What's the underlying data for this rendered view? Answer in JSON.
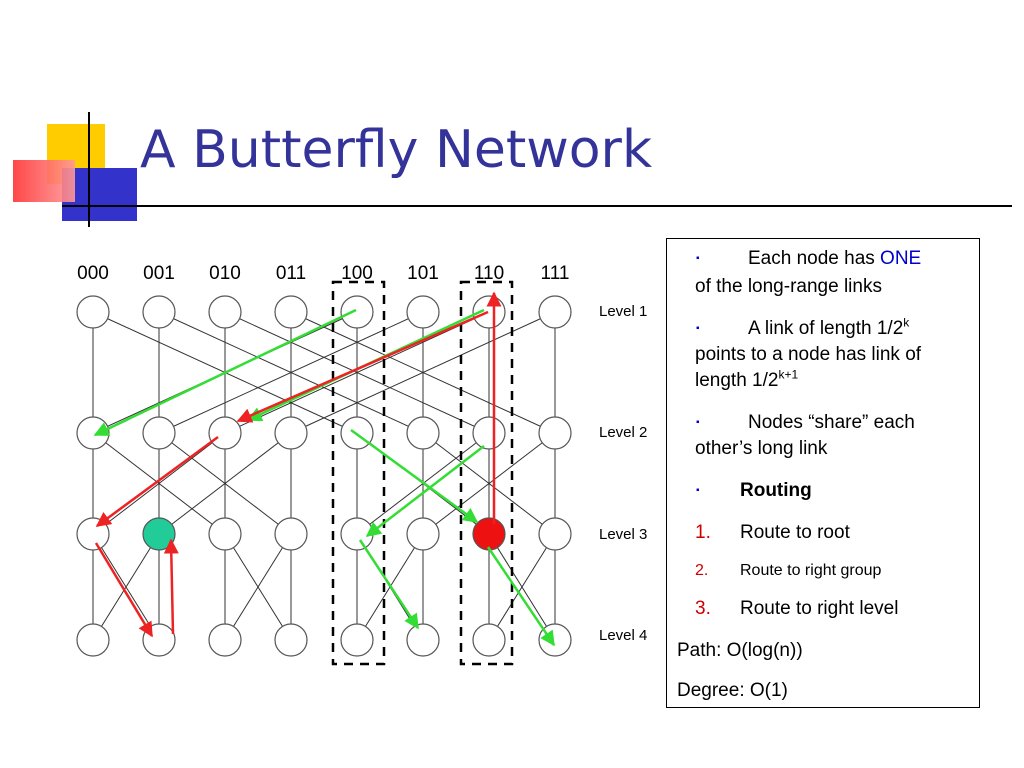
{
  "slide": {
    "title": "A Butterfly Network"
  },
  "diagram": {
    "columns": [
      "000",
      "001",
      "010",
      "011",
      "100",
      "101",
      "110",
      "111"
    ],
    "levels": [
      "Level 1",
      "Level 2",
      "Level 3",
      "Level 4"
    ],
    "highlighted_nodes": [
      {
        "column": "001",
        "level": "Level 3",
        "color": "#22cc99"
      },
      {
        "column": "110",
        "level": "Level 3",
        "color": "#ee1111"
      }
    ],
    "colors": {
      "green_arrows": "#33dd33",
      "red_arrows": "#ee2222"
    }
  },
  "info": {
    "bullet_symbol": "▪",
    "b1_text": "Each node has ",
    "b1_accent": "ONE",
    "b1_line2": "of the long-range links",
    "b2_text": "A link of length 1/2",
    "b2_sup": "k",
    "b2_line2": "points to a node has link of",
    "b2_line3": "length 1/2",
    "b2_sup2": "k+1",
    "b3_text": "Nodes “share” each",
    "b3_line2": "other’s long link",
    "b4_text": "Routing",
    "n1_num": "1.",
    "n1_text": "Route to root",
    "n2_num": "2.",
    "n2_text": "Route to right group",
    "n3_num": "3.",
    "n3_text": "Route to right level",
    "path": "Path: O(log(n))",
    "degree": "Degree: O(1)"
  }
}
